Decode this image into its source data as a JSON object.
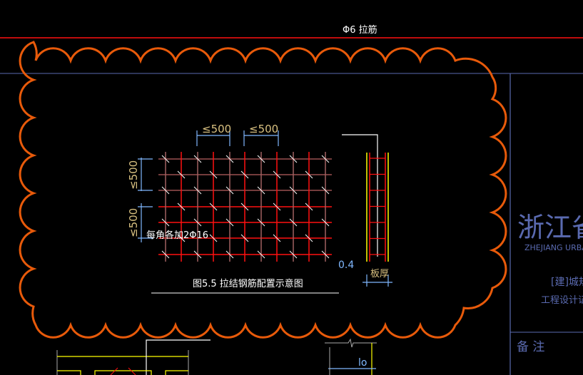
{
  "header_label": "Φ6 拉筋",
  "figure": {
    "caption": "图5.5  拉结钢筋配置示意图",
    "dim_top_1": "≤500",
    "dim_top_2": "≤500",
    "dim_left_1": "≤500",
    "dim_left_2": "≤500",
    "corner_note": "每角各加2Φ16",
    "value_label": "0.4",
    "slab_label": "板厚"
  },
  "title_block": {
    "org_cn": "浙江省城乡",
    "org_en": "ZHEJIANG URBAN",
    "cert_1": "[建]城规",
    "cert_2": "工程设计证",
    "remarks": "备 注"
  },
  "bottom": {
    "dim_label": "lo"
  },
  "colors": {
    "cloud": "#e85a0a",
    "dim": "#80b8ff",
    "rebar": "#ff1010",
    "frame": "#5a6ab0",
    "text_tan": "#d8c080"
  }
}
